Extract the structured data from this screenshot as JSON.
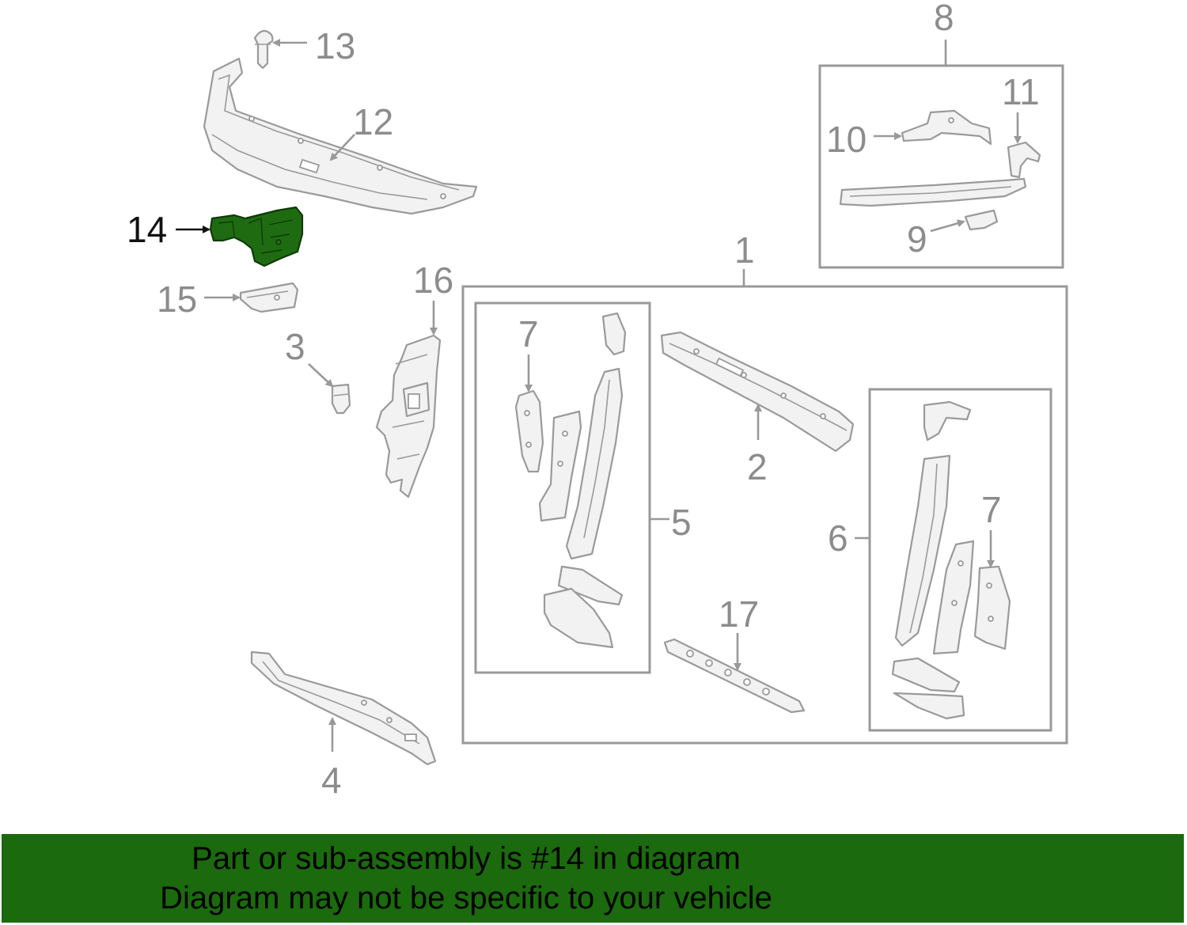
{
  "callouts": {
    "c1": "1",
    "c2": "2",
    "c3": "3",
    "c4": "4",
    "c5": "5",
    "c6": "6",
    "c7a": "7",
    "c7b": "7",
    "c8": "8",
    "c9": "9",
    "c10": "10",
    "c11": "11",
    "c12": "12",
    "c13": "13",
    "c14": "14",
    "c15": "15",
    "c16": "16",
    "c17": "17"
  },
  "highlight": {
    "part_number": "14",
    "color": "#1f6b12"
  },
  "banner": {
    "line1": "Part or sub-assembly is #14 in diagram",
    "line2": "Diagram may not be specific to your vehicle",
    "background": "#1b6a0d"
  }
}
